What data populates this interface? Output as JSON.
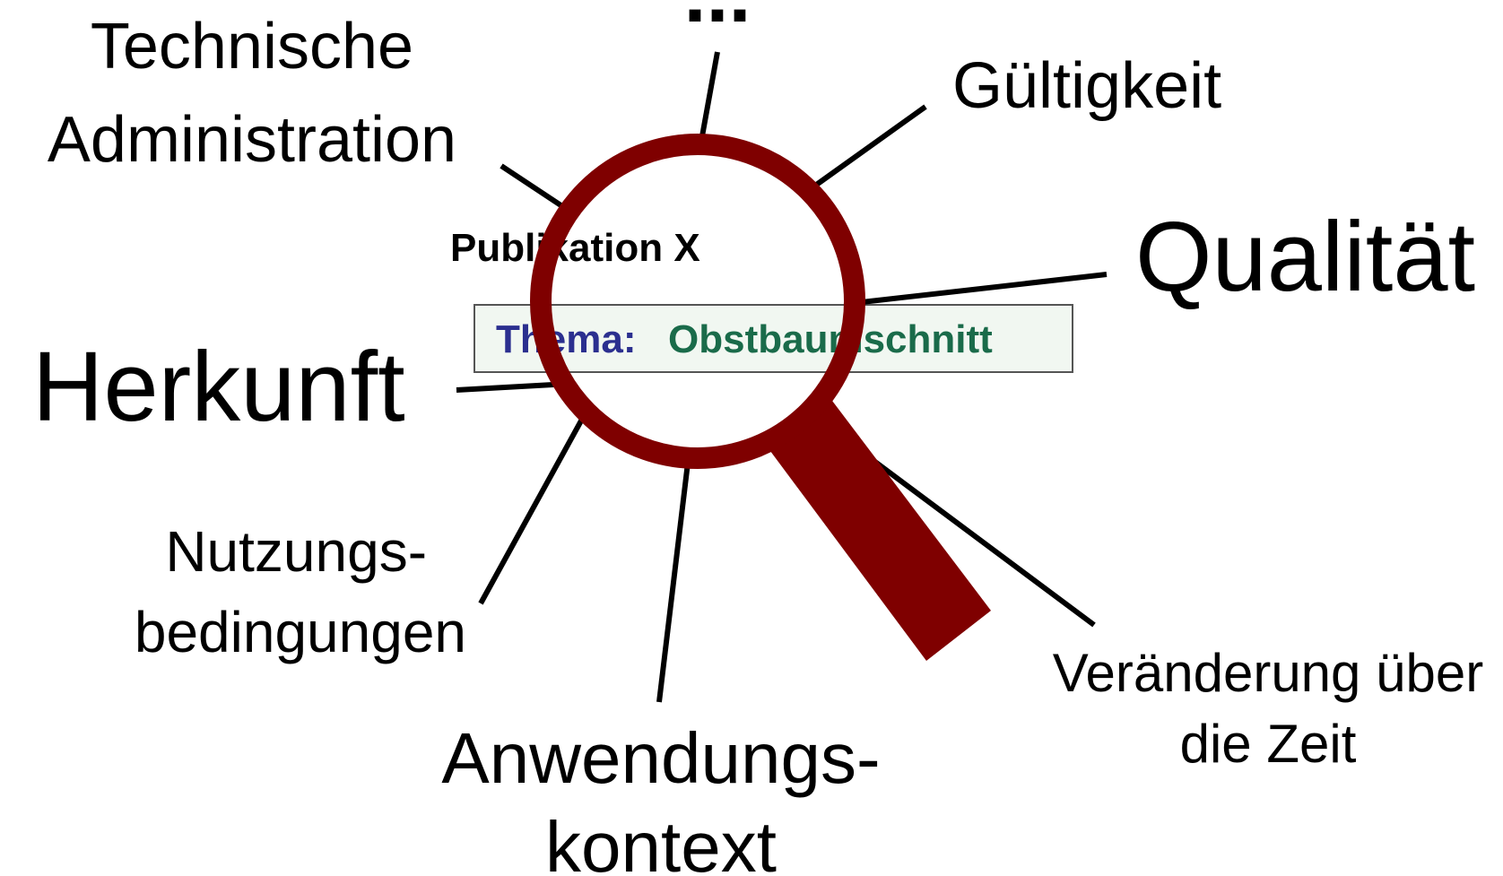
{
  "publication": {
    "title": "Publikation X",
    "topic_label": "Thema:",
    "topic_value": "Obstbaumschnitt"
  },
  "labels": {
    "technische_line1": "Technische",
    "technische_line2": "Administration",
    "ellipsis": "...",
    "gueltigkeit": "Gültigkeit",
    "qualitaet": "Qualität",
    "herkunft": "Herkunft",
    "nutzung_line1": "Nutzungs-",
    "nutzung_line2": "bedingungen",
    "anwendung_line1": "Anwendungs-",
    "anwendung_line2": "kontext",
    "veraenderung_line1": "Veränderung über",
    "veraenderung_line2": "die Zeit"
  },
  "colors": {
    "magnifier": "#7f0000",
    "topic_label": "#2b2f8f",
    "topic_value": "#1a6b4a",
    "topic_box_fill": "#f1f7f1",
    "topic_box_border": "#555555",
    "connector": "#000000",
    "text": "#000000"
  },
  "icons": {
    "magnifier": "magnifying-glass-icon"
  }
}
